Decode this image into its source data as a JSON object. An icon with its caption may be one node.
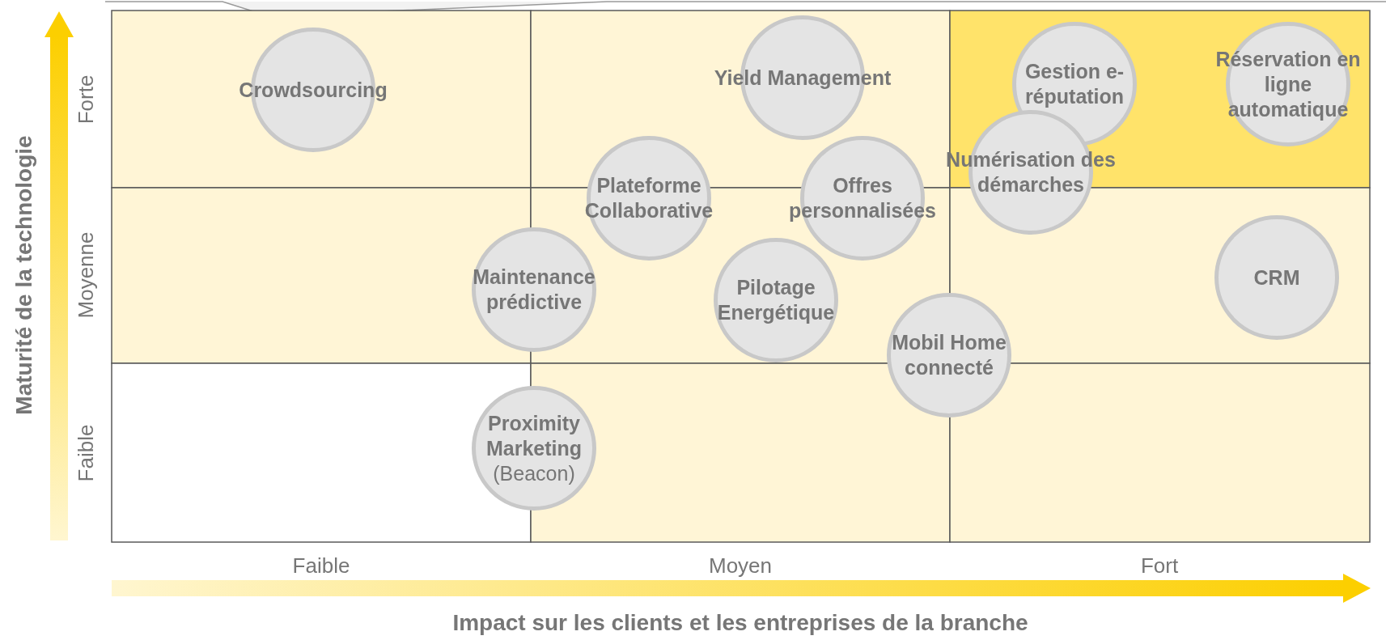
{
  "diagram": {
    "nodes": [
      {
        "text": [
          "Crowdsourcing"
        ]
      },
      {
        "text": [
          "Yield Management"
        ]
      },
      {
        "text": [
          "Gestion e-réputation"
        ]
      },
      {
        "text": [
          "Réservation en ligne automatique"
        ]
      },
      {
        "text": [
          "Numérisation des démarches"
        ]
      },
      {
        "text": [
          "Plateforme Collaborative"
        ]
      },
      {
        "text": [
          "Offres personnalisées"
        ]
      },
      {
        "text": [
          "CRM"
        ]
      },
      {
        "text": [
          "Maintenance prédictive"
        ]
      },
      {
        "text": [
          "Pilotage Energétique"
        ]
      },
      {
        "text": [
          "Mobil Home connecté"
        ]
      },
      {
        "text": [
          "Proximity Marketing",
          "(Beacon)"
        ]
      }
    ],
    "edges": [],
    "labels": [
      "Maturité de la technologie",
      "Forte",
      "Moyenne",
      "Faible",
      "Faible",
      "Moyen",
      "Fort",
      "Impact sur les clients et les entreprises de la branche"
    ]
  }
}
